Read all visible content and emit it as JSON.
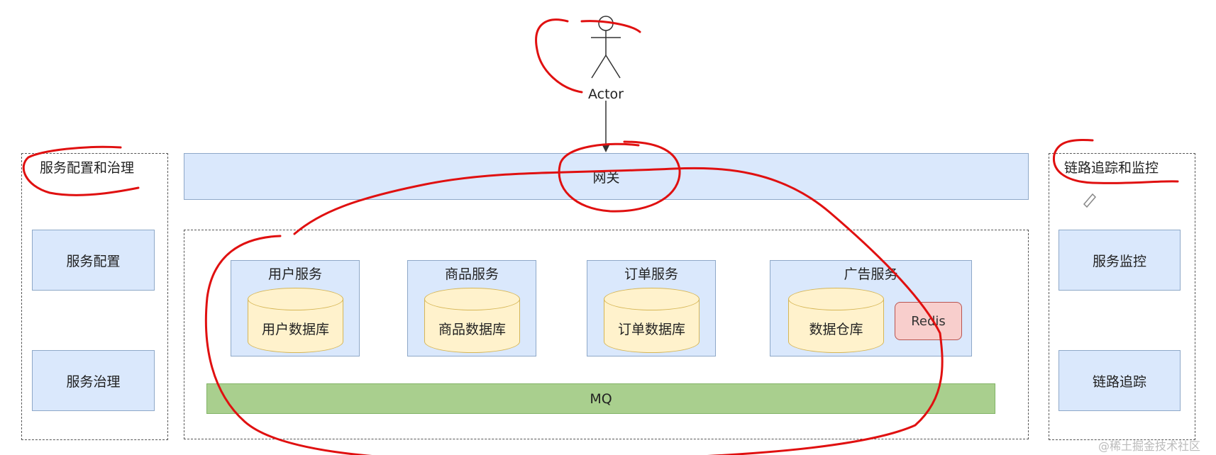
{
  "actor": {
    "label": "Actor"
  },
  "gateway": {
    "label": "网关"
  },
  "left_group": {
    "title": "服务配置和治理",
    "items": [
      "服务配置",
      "服务治理"
    ]
  },
  "right_group": {
    "title": "链路追踪和监控",
    "items": [
      "服务监控",
      "链路追踪"
    ]
  },
  "services": [
    {
      "title": "用户服务",
      "db": "用户数据库"
    },
    {
      "title": "商品服务",
      "db": "商品数据库"
    },
    {
      "title": "订单服务",
      "db": "订单数据库"
    },
    {
      "title": "广告服务",
      "db": "数据仓库",
      "cache": "Redis"
    }
  ],
  "mq": {
    "label": "MQ"
  },
  "watermark": "@稀土掘金技术社区",
  "colors": {
    "box_fill": "#dae8fc",
    "db_fill": "#fff2cc",
    "redis_fill": "#f8cecc",
    "mq_fill": "#a9cf8e",
    "annotation_red": "#e01010"
  }
}
